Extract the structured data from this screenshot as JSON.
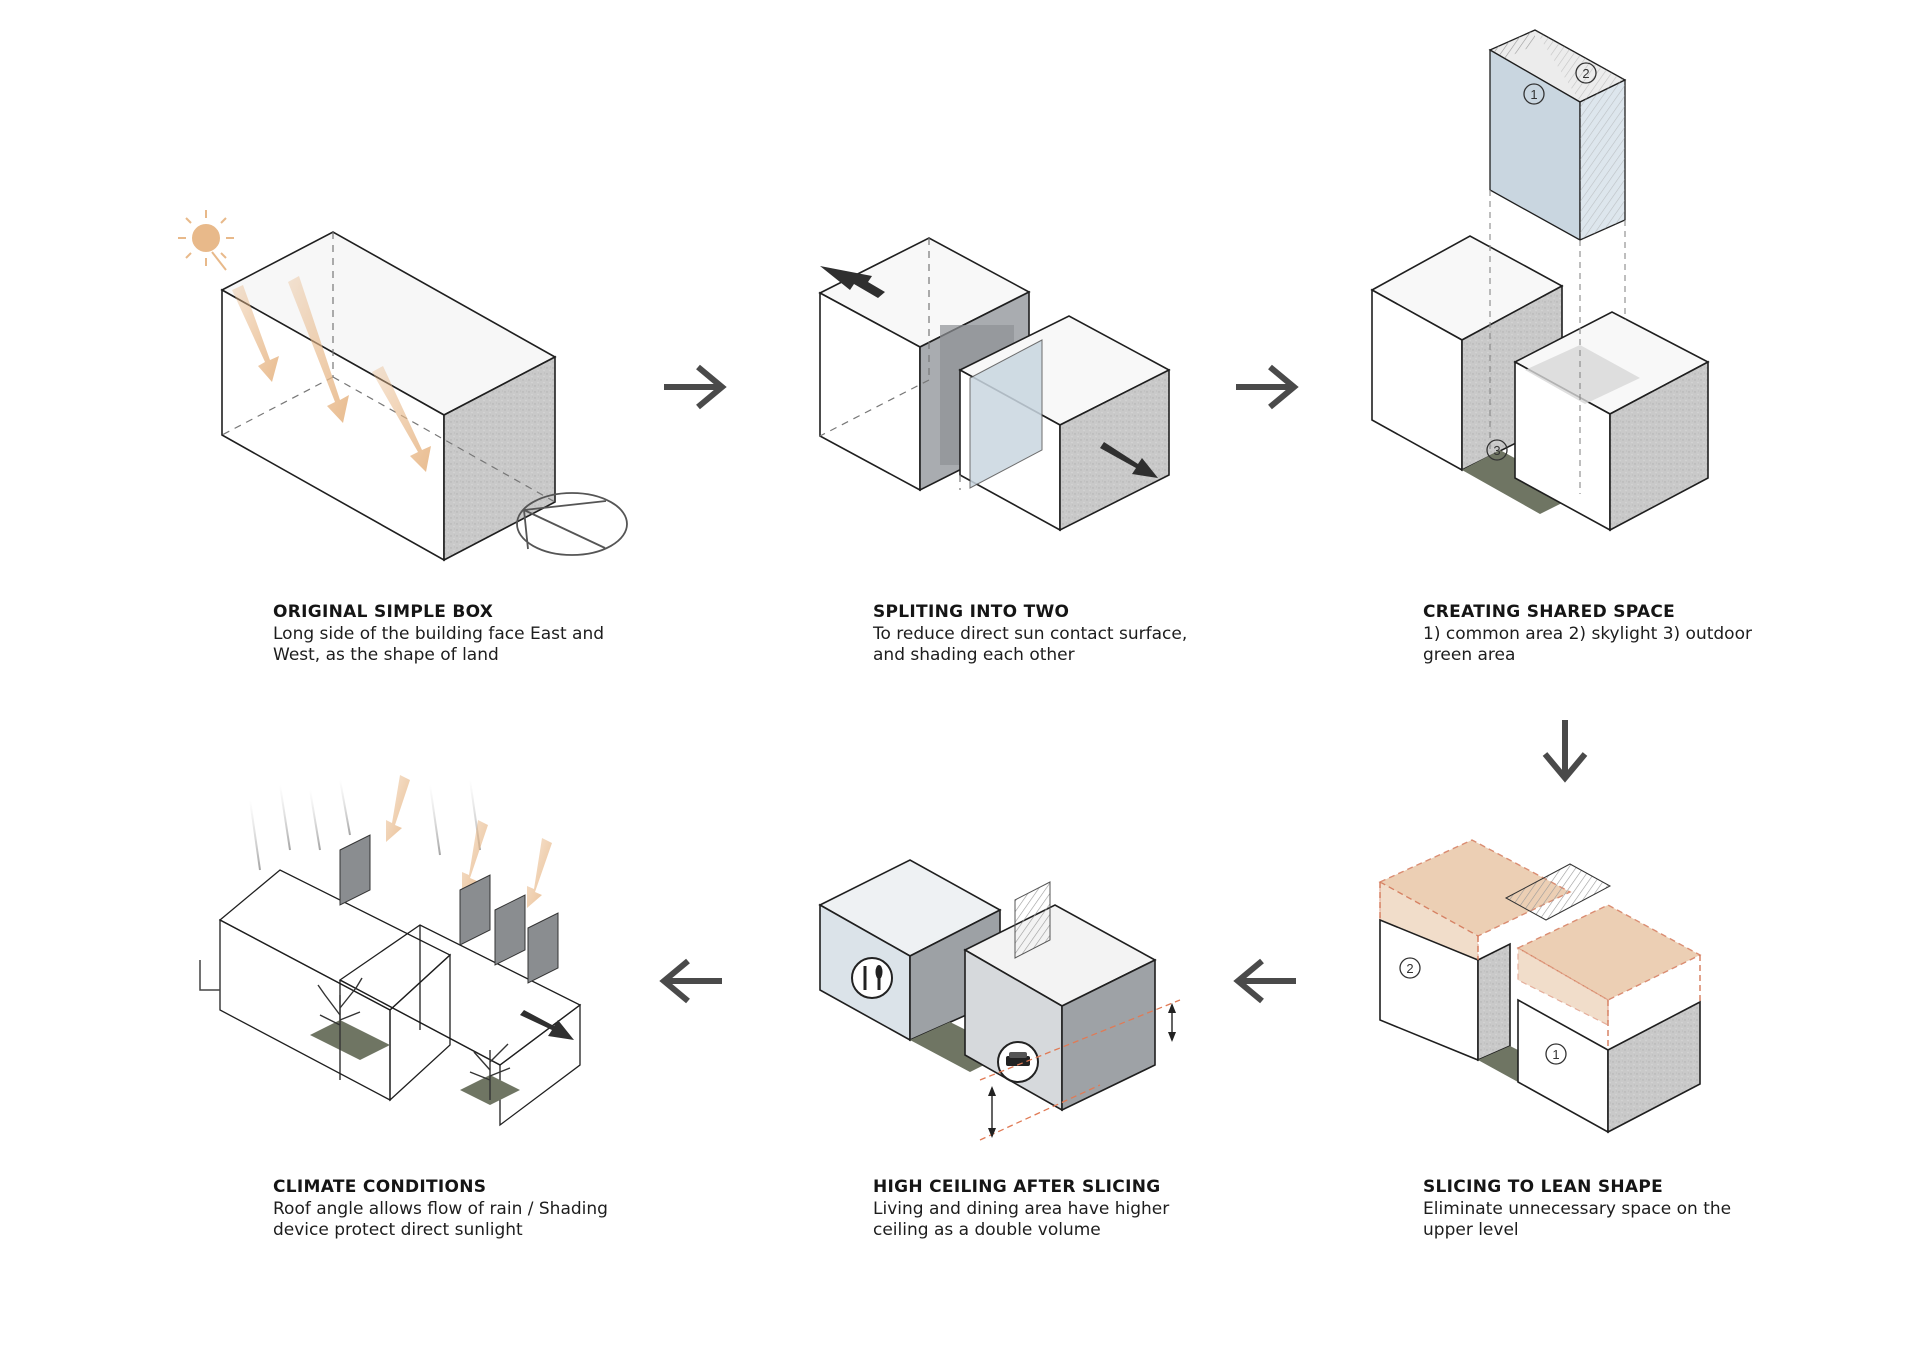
{
  "steps": [
    {
      "title": "ORIGINAL SIMPLE BOX",
      "line1": "Long side of the building face East and",
      "line2": "West, as the shape of land"
    },
    {
      "title": "SPLITING INTO TWO",
      "line1": "To reduce direct sun contact surface,",
      "line2": "and shading each other"
    },
    {
      "title": "CREATING SHARED SPACE",
      "line1": "1) common area  2) skylight  3) outdoor",
      "line2": "green area"
    },
    {
      "title": "SLICING TO LEAN SHAPE",
      "line1": "Eliminate unnecessary space on the",
      "line2": "upper level"
    },
    {
      "title": "HIGH CEILING AFTER SLICING",
      "line1": "Living and dining area have higher",
      "line2": "ceiling as a double volume"
    },
    {
      "title": "CLIMATE CONDITIONS",
      "line1": "Roof angle allows flow of rain / Shading",
      "line2": "device protect direct sunlight"
    }
  ],
  "markers": {
    "one": "1",
    "two": "2",
    "three": "3"
  },
  "colors": {
    "sun": "#e8b98a",
    "glass": "#c9d6e0",
    "green": "#6f7563",
    "orange": "#e9c7a8",
    "arrow": "#4a4a4a"
  }
}
